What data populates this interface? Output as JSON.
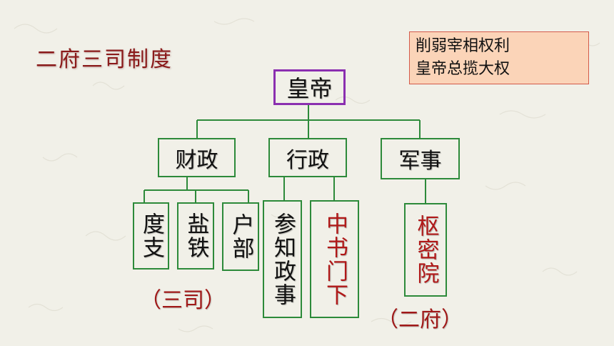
{
  "title": "二府三司制度",
  "note": {
    "line1": "削弱宰相权利",
    "line2": "皇帝总揽大权"
  },
  "nodes": {
    "emperor": "皇帝",
    "finance": "财政",
    "administration": "行政",
    "military": "军事",
    "duzhi": "度支",
    "yantie": "盐铁",
    "hubu": "户部",
    "canzhizhengshi": "参知政事",
    "zhongshumenxia": "中书门下",
    "shumiyuan": "枢密院"
  },
  "captions": {
    "three_si": "（三司）",
    "two_fu": "（二府）"
  },
  "colors": {
    "box_border": "#2d8a3a",
    "emperor_border": "#8b2fb0",
    "red_text": "#b01818",
    "note_bg": "#fbd4b8"
  }
}
